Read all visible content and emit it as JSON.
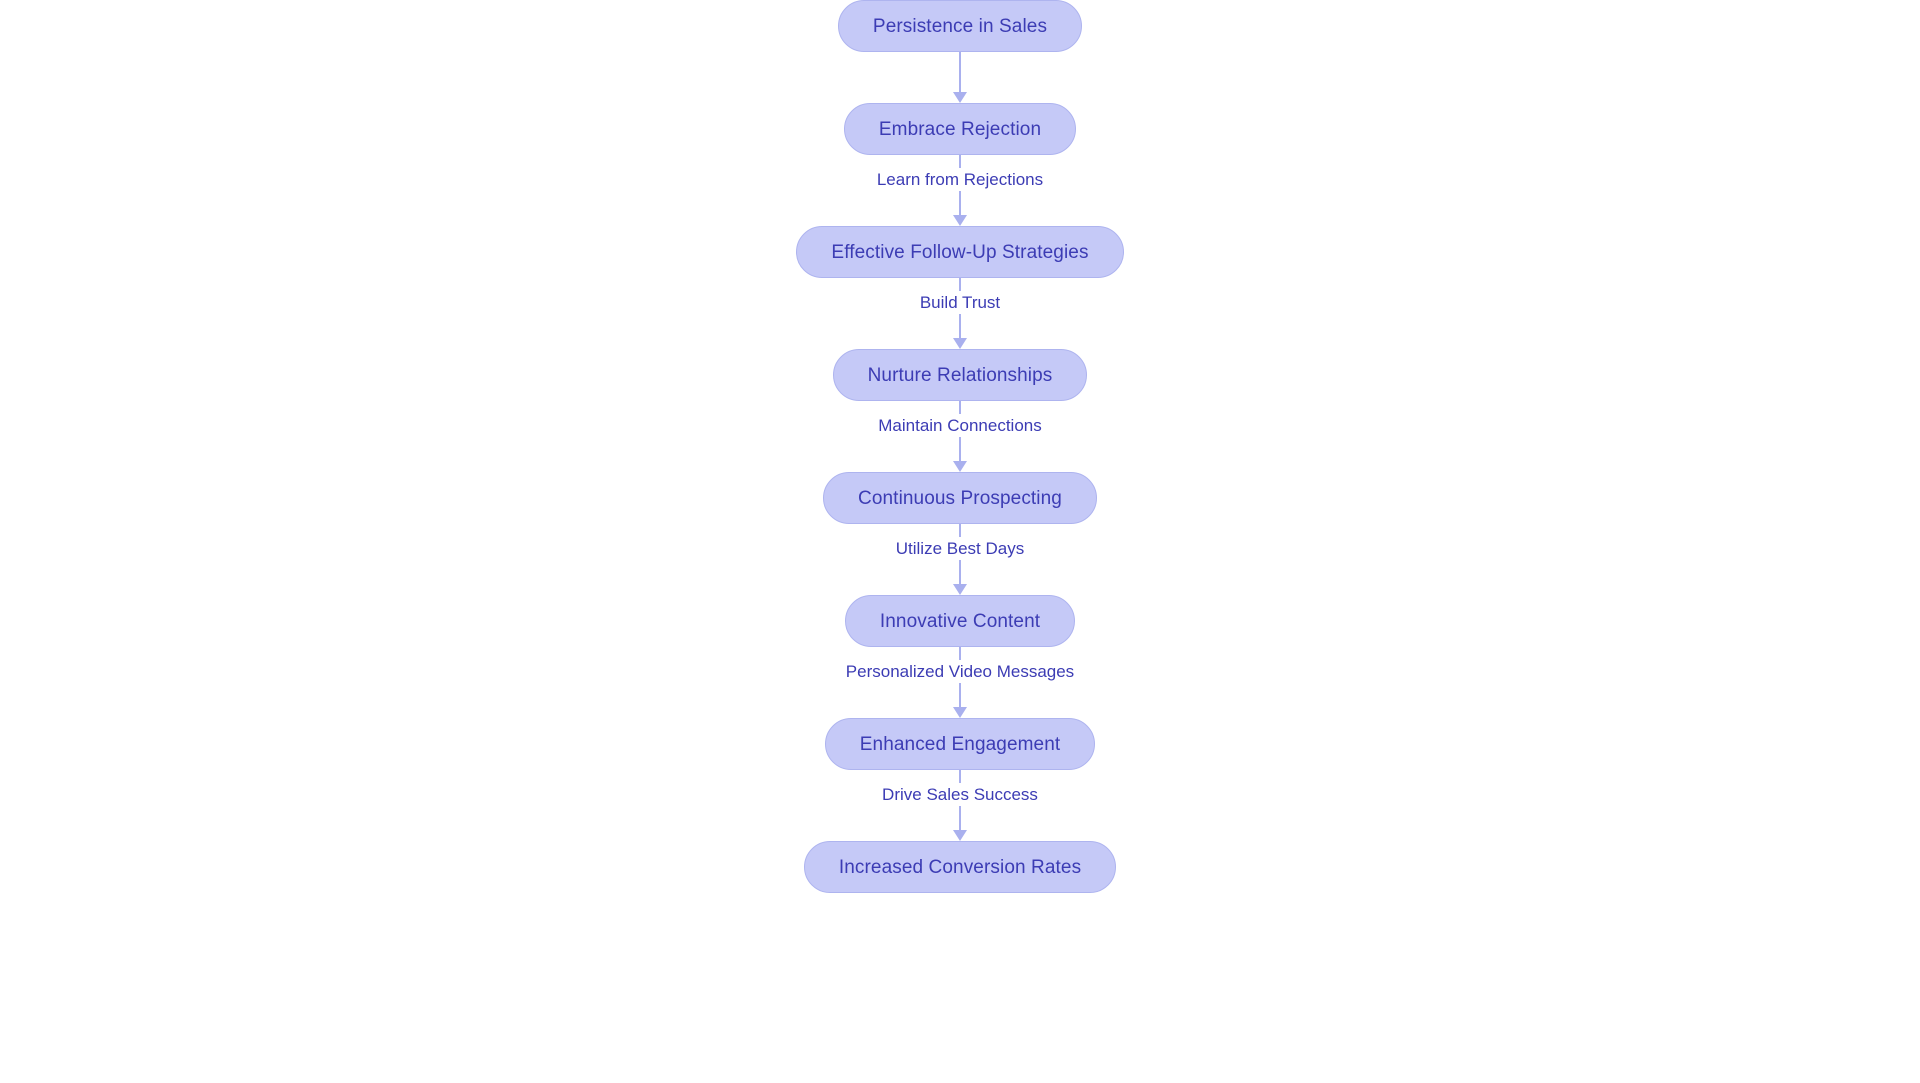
{
  "diagram": {
    "type": "flowchart",
    "orientation": "top-to-bottom",
    "background_color": "#ffffff",
    "node_fill_color": "#c5c9f7",
    "node_border_color": "#aeb4ef",
    "node_text_color": "#3c3cb4",
    "edge_color": "#a9b0ee",
    "edge_label_color": "#3c3cb4",
    "node_shape": "rounded-pill",
    "nodes": [
      {
        "id": "persistence-in-sales",
        "label": "Persistence in Sales"
      },
      {
        "id": "embrace-rejection",
        "label": "Embrace Rejection"
      },
      {
        "id": "effective-follow-up",
        "label": "Effective Follow-Up Strategies"
      },
      {
        "id": "nurture-relationships",
        "label": "Nurture Relationships"
      },
      {
        "id": "continuous-prospecting",
        "label": "Continuous Prospecting"
      },
      {
        "id": "innovative-content",
        "label": "Innovative Content"
      },
      {
        "id": "enhanced-engagement",
        "label": "Enhanced Engagement"
      },
      {
        "id": "increased-conversion-rates",
        "label": "Increased Conversion Rates"
      }
    ],
    "edges": [
      {
        "from": "persistence-in-sales",
        "to": "embrace-rejection",
        "label": ""
      },
      {
        "from": "embrace-rejection",
        "to": "effective-follow-up",
        "label": "Learn from Rejections"
      },
      {
        "from": "effective-follow-up",
        "to": "nurture-relationships",
        "label": "Build Trust"
      },
      {
        "from": "nurture-relationships",
        "to": "continuous-prospecting",
        "label": "Maintain Connections"
      },
      {
        "from": "continuous-prospecting",
        "to": "innovative-content",
        "label": "Utilize Best Days"
      },
      {
        "from": "innovative-content",
        "to": "enhanced-engagement",
        "label": "Personalized Video Messages"
      },
      {
        "from": "enhanced-engagement",
        "to": "increased-conversion-rates",
        "label": "Drive Sales Success"
      }
    ]
  }
}
